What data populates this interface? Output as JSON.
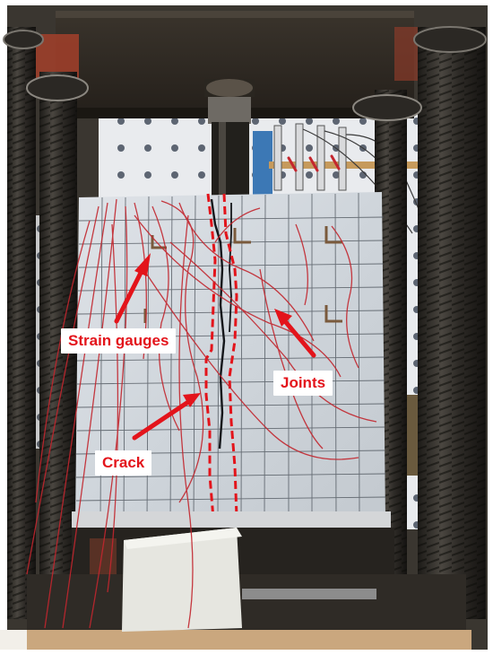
{
  "labels": {
    "strain_gauges": "Strain gauges",
    "joints": "Joints",
    "crack": "Crack"
  },
  "colors": {
    "annotation_red": "#e3141b",
    "label_background": "#ffffff",
    "specimen_gray": "#d7dce1",
    "rig_dark": "#2c2a26"
  }
}
